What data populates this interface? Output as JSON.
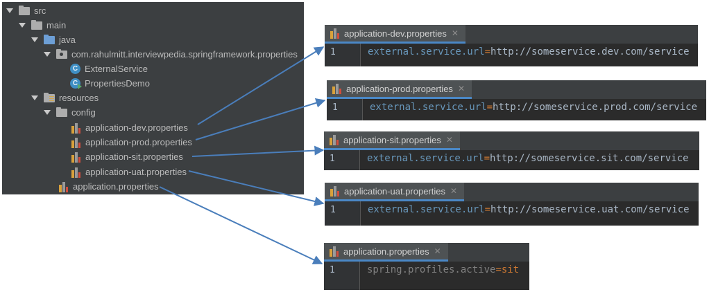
{
  "tree": {
    "src": "src",
    "main": "main",
    "java": "java",
    "package": "com.rahulmitt.interviewpedia.springframework.properties",
    "class1": "ExternalService",
    "class2": "PropertiesDemo",
    "resources": "resources",
    "config": "config",
    "file_dev": "application-dev.properties",
    "file_prod": "application-prod.properties",
    "file_sit": "application-sit.properties",
    "file_uat": "application-uat.properties",
    "file_app": "application.properties"
  },
  "class_icon_letter": "C",
  "editors": {
    "dev": {
      "tab": "application-dev.properties",
      "line": "1",
      "key": "external.service.url",
      "eq": "=",
      "value": "http://someservice.dev.com/service"
    },
    "prod": {
      "tab": "application-prod.properties",
      "line": "1",
      "key": "external.service.url",
      "eq": "=",
      "value": "http://someservice.prod.com/service"
    },
    "sit": {
      "tab": "application-sit.properties",
      "line": "1",
      "key": "external.service.url",
      "eq": "=",
      "value": "http://someservice.sit.com/service"
    },
    "uat": {
      "tab": "application-uat.properties",
      "line": "1",
      "key": "external.service.url",
      "eq": "=",
      "value": "http://someservice.uat.com/service"
    },
    "app": {
      "tab": "application.properties",
      "line": "1",
      "key": "spring.profiles.active",
      "eq": "=",
      "value": "sit"
    }
  },
  "tab_close_glyph": "✕",
  "colors": {
    "tree_bg": "#3c3f41",
    "editor_bg": "#2b2b2b",
    "property_key": "#6897bb",
    "equals": "#cc7832",
    "connector_arrow": "#4a7ebb"
  }
}
